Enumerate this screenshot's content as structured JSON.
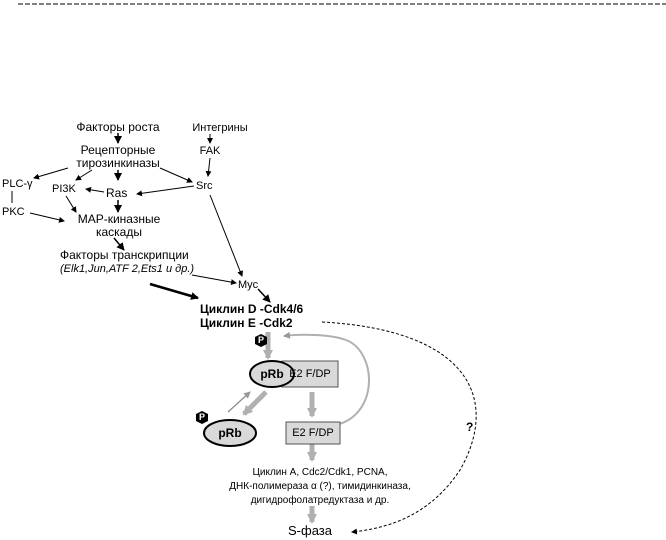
{
  "labels": {
    "growth_factors": "Факторы роста",
    "integrins": "Интегрины",
    "fak": "FAK",
    "receptor_tk_line1": "Рецепторные",
    "receptor_tk_line2": "тирозинкиназы",
    "plc": "PLC-γ",
    "pi3k": "PI3K",
    "ras": "Ras",
    "src": "Src",
    "pkc": "PKC",
    "map_line1": "MAP-киназные",
    "map_line2": "каскады",
    "tf_line1": "Факторы транскрипции",
    "tf_line2": "(Elk1,Jun,ATF 2,Ets1 и др.)",
    "myc": "Myc",
    "cyclin_d": "Циклин D -Cdk4/6",
    "cyclin_e": "Циклин E -Cdk2",
    "phospho_top": "P",
    "prb_top": "pRb",
    "e2f_dp_bound": "E2 F/DP",
    "phospho_bottom": "P",
    "prb_bottom": "pRb",
    "e2f_dp_free": "E2 F/DP",
    "question": "?",
    "targets_line1": "Циклин А, Cdc2/Cdk1, PCNA,",
    "targets_line2": "ДНК-полимераза α (?), тимидинкиназа,",
    "targets_line3": "дигидрофолатредуктаза и др.",
    "s_phase": "S-фаза"
  }
}
